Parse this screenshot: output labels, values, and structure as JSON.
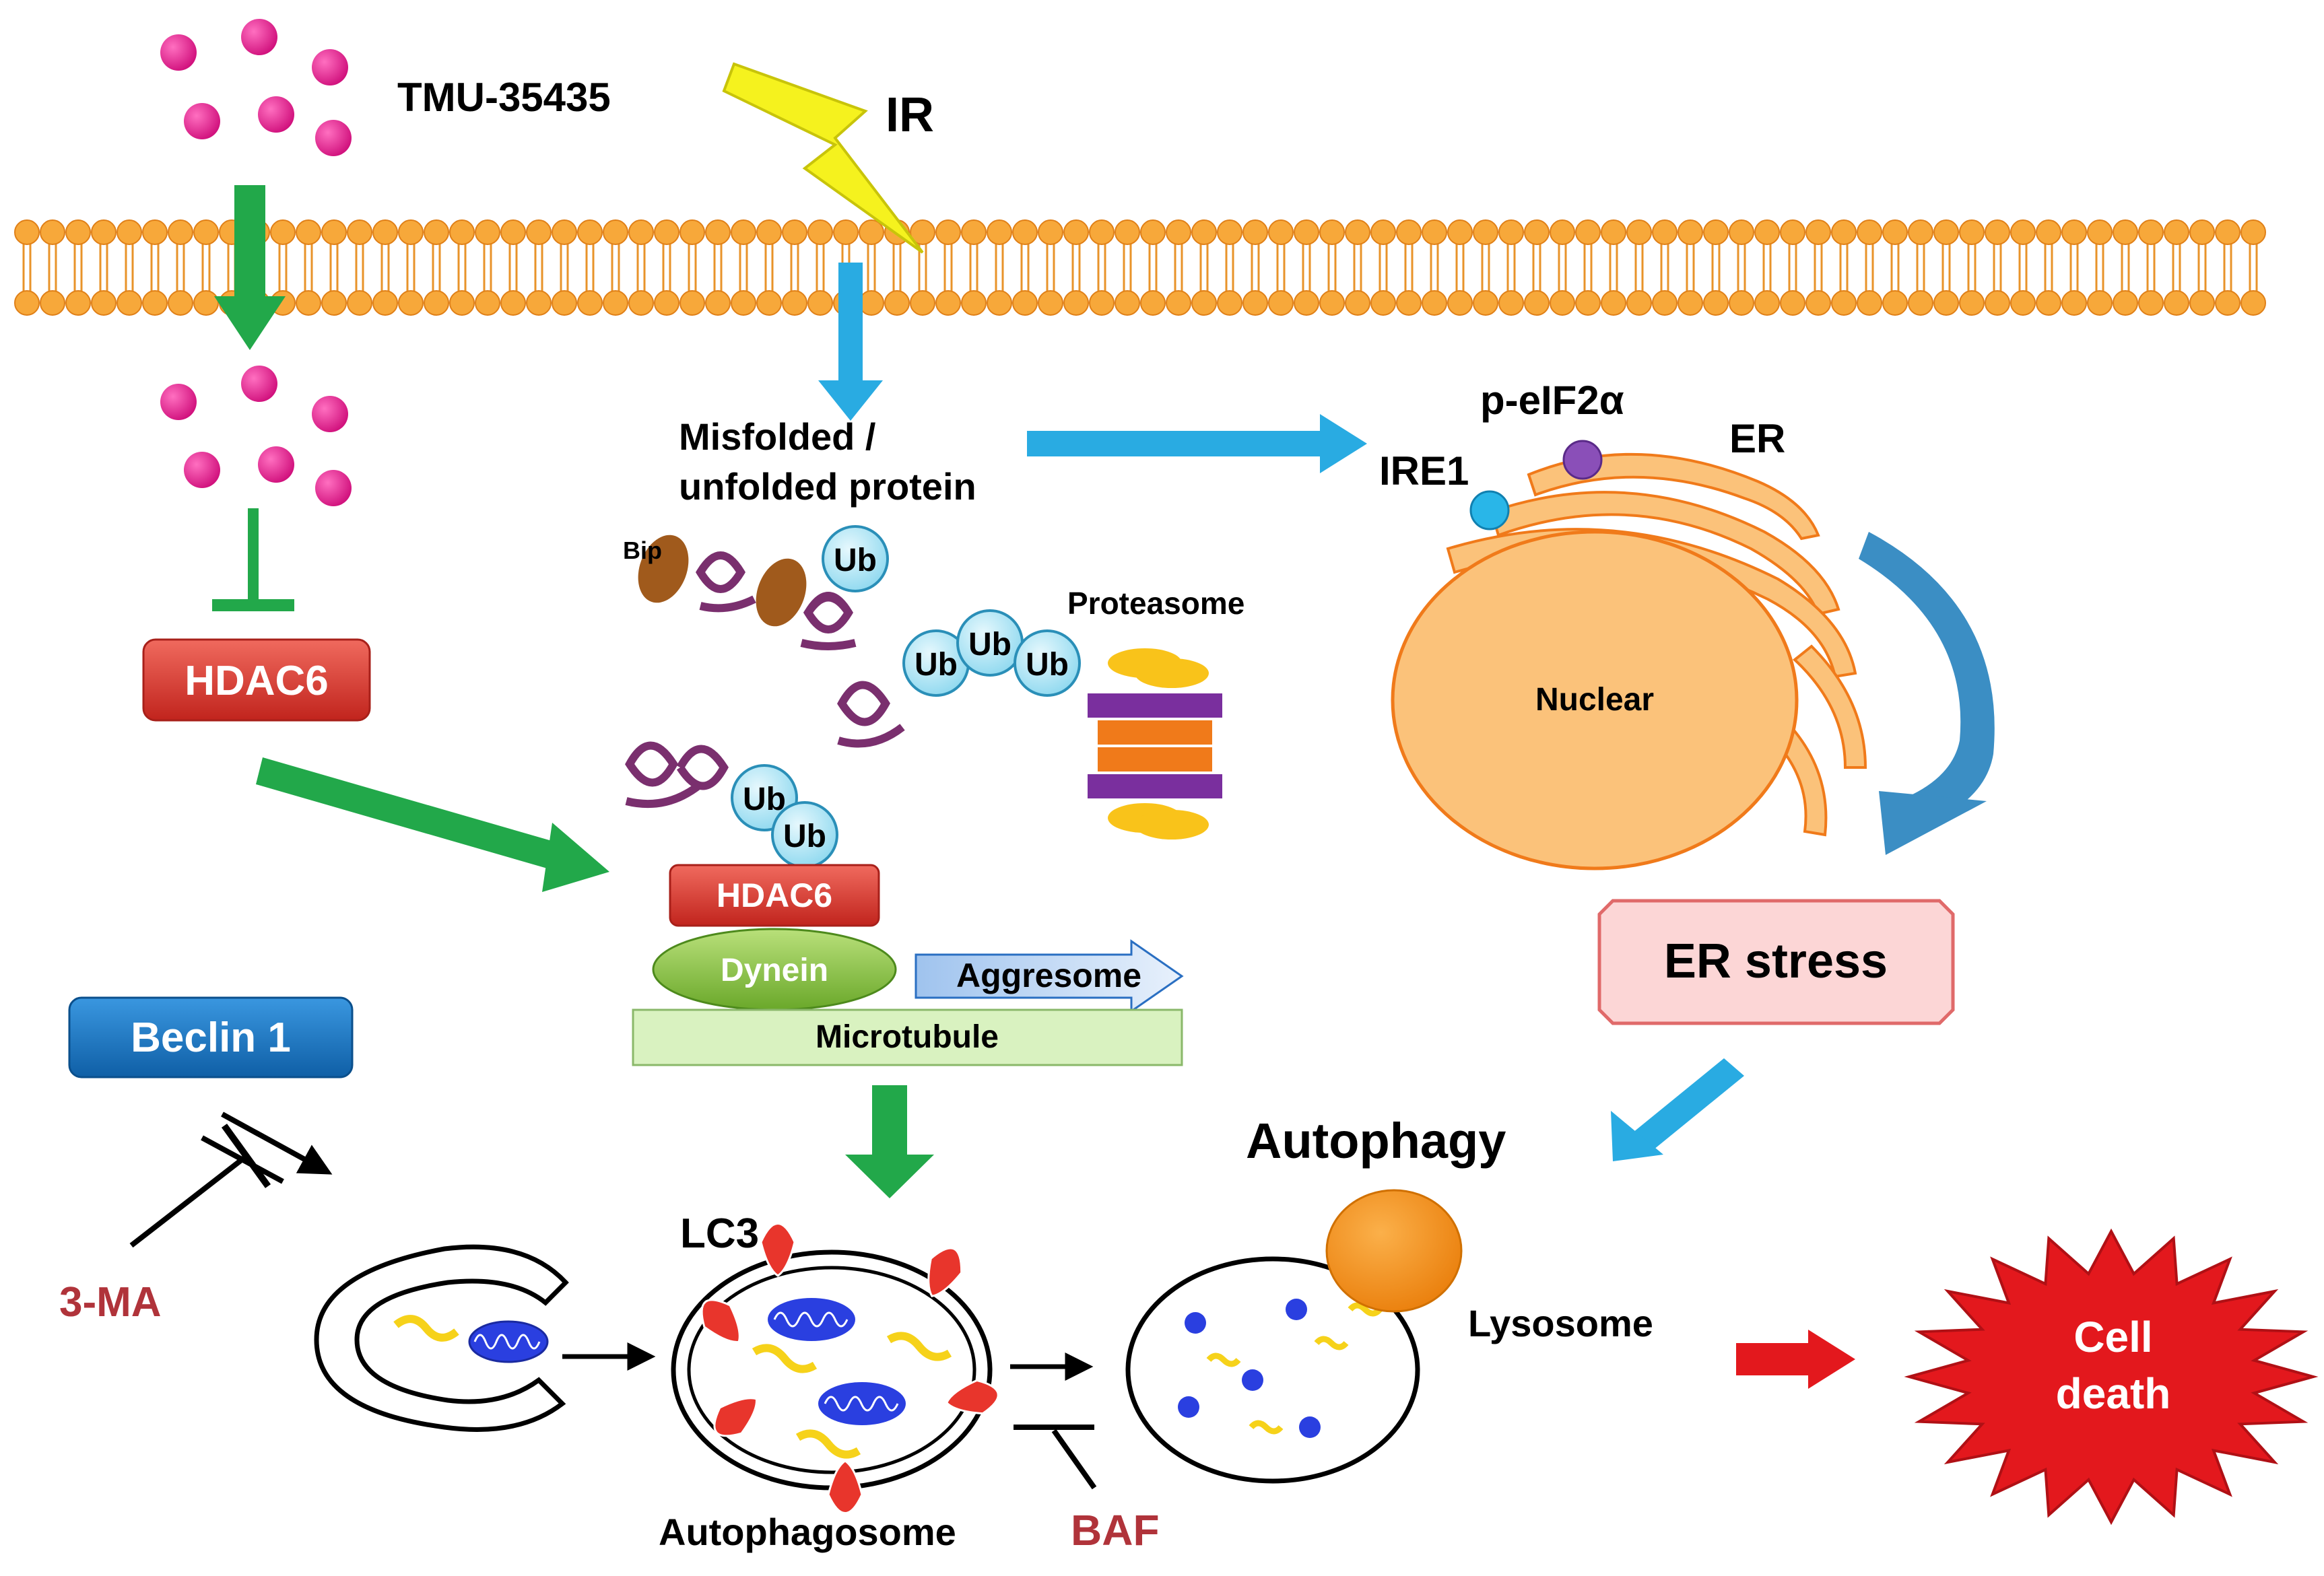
{
  "labels": {
    "drug": "TMU-35435",
    "radiation": "IR",
    "misfolded_line1": "Misfolded /",
    "misfolded_line2": "unfolded protein",
    "bip": "Bip",
    "ub": "Ub",
    "proteasome": "Proteasome",
    "hdac6": "HDAC6",
    "dynein": "Dynein",
    "aggresome": "Aggresome",
    "microtubule": "Microtubule",
    "peif2a": "p-eIF2α",
    "ire1": "IRE1",
    "er": "ER",
    "nuclear": "Nuclear",
    "er_stress": "ER stress",
    "beclin1": "Beclin 1",
    "three_ma": "3-MA",
    "lc3": "LC3",
    "autophagy": "Autophagy",
    "lysosome": "Lysosome",
    "autophagosome": "Autophagosome",
    "baf": "BAF",
    "cell_death_line1": "Cell",
    "cell_death_line2": "death"
  },
  "colors": {
    "membrane": "#f7a83a",
    "drug_dot": "#e6198c",
    "green_arrow": "#22a84a",
    "blue_arrow": "#29abe2",
    "hdac6": "#d9322b",
    "beclin": "#1a75c2",
    "dynein": "#8dc63f",
    "microtubule": "#d9f2c0",
    "ub": "#a8e4f3",
    "protein_coil": "#7a2f6e",
    "bip": "#a05a1c",
    "er_orange": "#fbc27a",
    "er_stress_fill": "#fcd6d6",
    "lysosome_orange": "#f5911e",
    "cell_death": "#e3181d",
    "red_text": "#b0333a",
    "lc3_red": "#e8352c",
    "mito_blue": "#2a3fe0"
  },
  "icons": {
    "radiation": "lightning-bolt-icon",
    "cell_death": "starburst-icon"
  }
}
